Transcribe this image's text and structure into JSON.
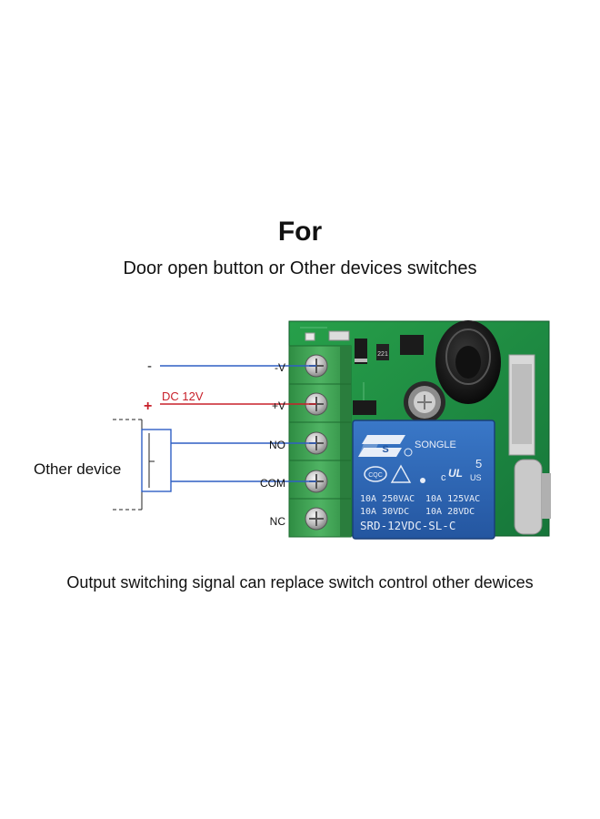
{
  "heading": "For",
  "subheading": "Door open button or Other devices switches",
  "caption": "Output switching signal can replace switch control other dewices",
  "wiring": {
    "minus_sign": "-",
    "plus_sign": "+",
    "power_label": "DC 12V",
    "device_label": "Other device",
    "terminals": [
      "-V",
      "+V",
      "NO",
      "COM",
      "NC"
    ]
  },
  "relay": {
    "brand": "SONGLE",
    "logo_text": "S",
    "cqc": "CQC",
    "number": "5",
    "us": "US",
    "ul_mark": "c",
    "ul_text": "UL",
    "ratings": [
      "10A 250VAC",
      "10A 125VAC",
      "10A 30VDC",
      "10A 28VDC"
    ],
    "model": "SRD-12VDC-SL-C"
  },
  "board": {
    "resistor_code": "221"
  },
  "colors": {
    "negative_wire": "#2f5fc4",
    "positive_wire": "#c8202a",
    "signal_wire": "#2f5fc4",
    "pcb": "#1e8a3a",
    "terminal_block": "#3d9a4e",
    "relay_body": "#2c63b2"
  }
}
